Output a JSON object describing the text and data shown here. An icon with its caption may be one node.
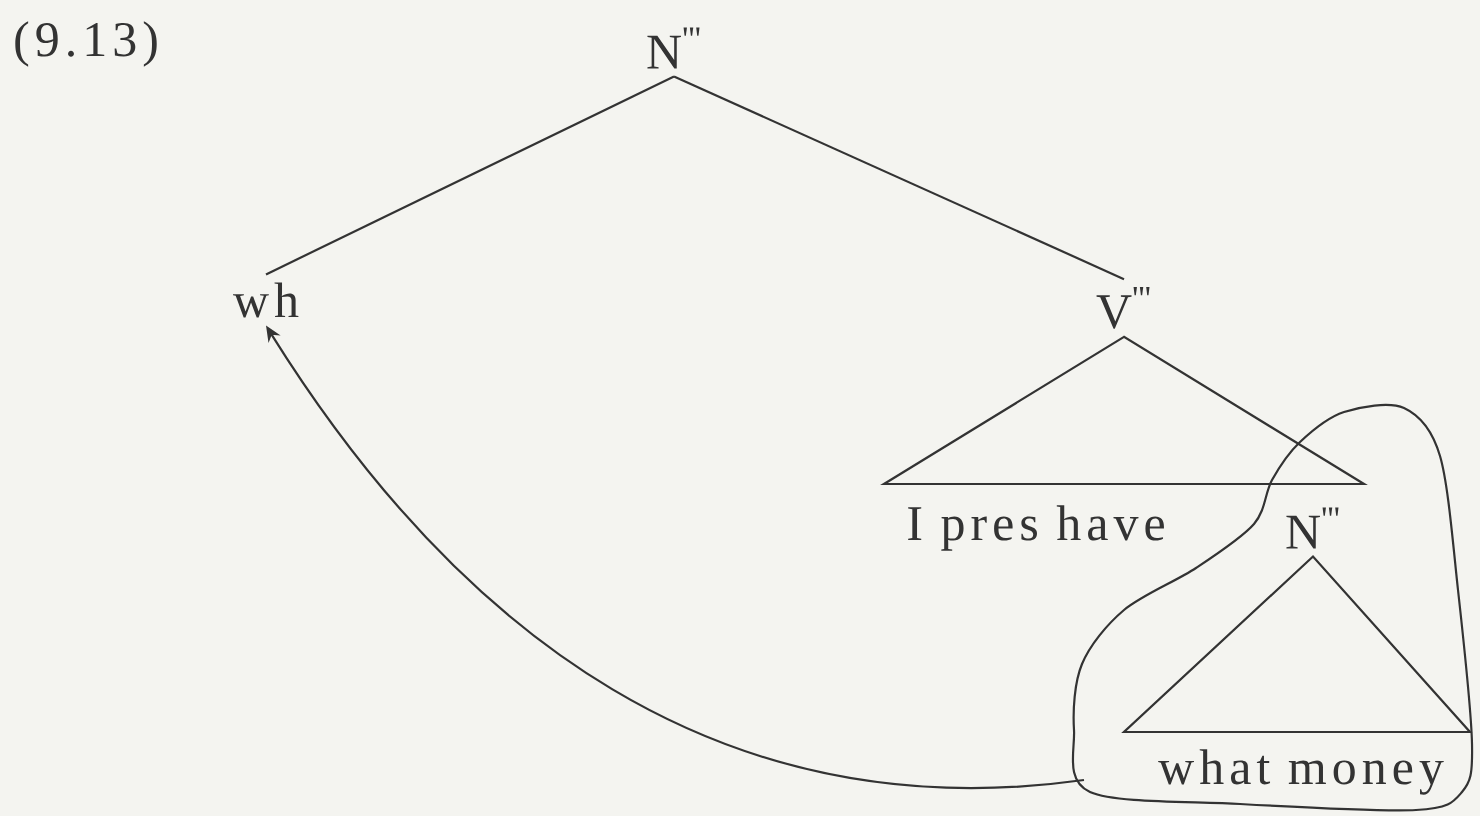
{
  "diagram": {
    "nodes": [
      {
        "text": [
          "N$^{'''}$"
        ]
      },
      {
        "text": [
          "wh"
        ]
      },
      {
        "text": [
          "V$^{'''}$"
        ]
      },
      {
        "text": [
          "I pres have"
        ]
      },
      {
        "text": [],
        "shape": "loop"
      },
      {
        "text": [
          "N$^{'''}$"
        ],
        "in": 4
      },
      {
        "text": [
          "what money"
        ],
        "in": 4
      }
    ],
    "edges": [
      {
        "from": 0,
        "to": 1,
        "arrow": "none"
      },
      {
        "from": 0,
        "to": 2,
        "arrow": "none"
      },
      {
        "from": 2,
        "to": 3,
        "arrow": "none"
      },
      {
        "from": 5,
        "to": 6,
        "arrow": "none"
      },
      {
        "from": 4,
        "to": 1,
        "arrow": "to"
      }
    ],
    "labels": [
      "(9.13)"
    ]
  }
}
